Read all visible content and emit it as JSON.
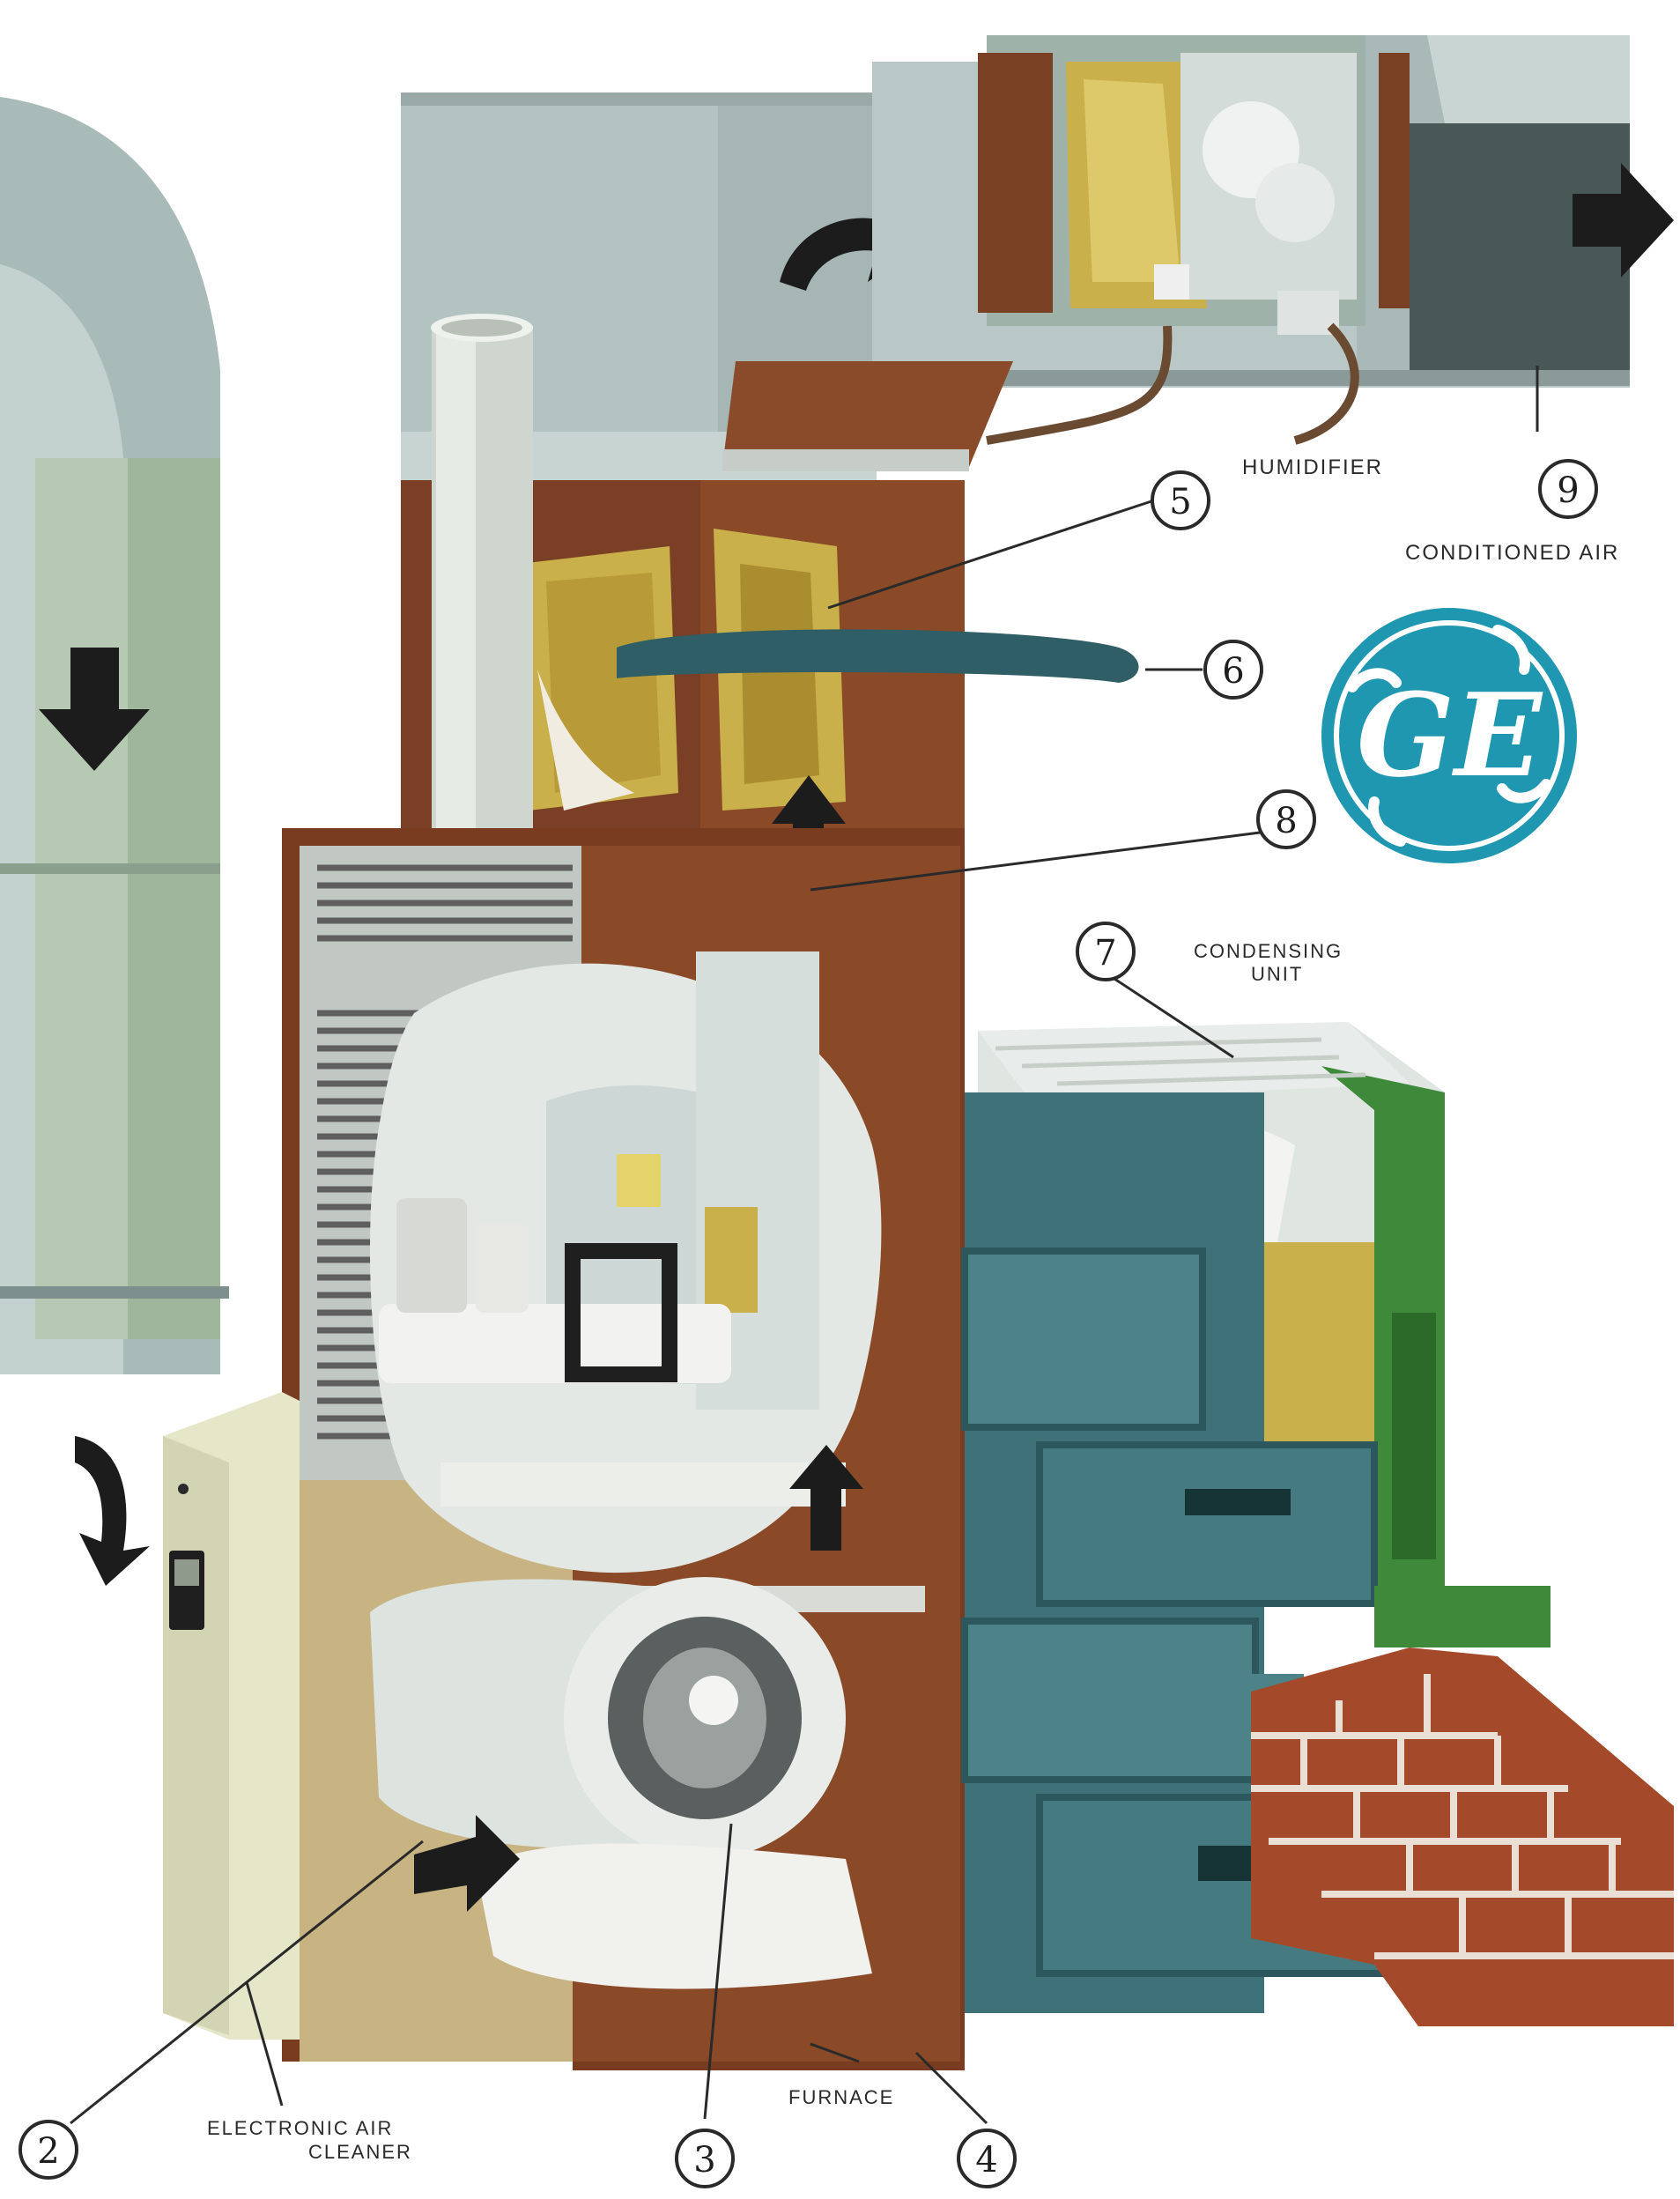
{
  "labels": {
    "humidifier": "HUMIDIFIER",
    "conditioned_air": "CONDITIONED AIR",
    "condensing_unit_line1": "CONDENSING",
    "condensing_unit_line2": "UNIT",
    "furnace": "FURNACE",
    "electronic_air_cleaner_line1": "ELECTRONIC AIR",
    "electronic_air_cleaner_line2": "CLEANER"
  },
  "callouts": {
    "c2": "2",
    "c3": "3",
    "c4": "4",
    "c5": "5",
    "c6": "6",
    "c7": "7",
    "c8": "8",
    "c9": "9"
  },
  "logo": {
    "text": "GE",
    "color": "#1f97b1"
  },
  "colors": {
    "duct_gray": "#b7c7c5",
    "duct_green": "#93b38a",
    "furnace_brown": "#7a3f24",
    "cabinet_tan": "#c8b483",
    "block_teal": "#3e7278",
    "brick_red": "#a44a2a",
    "coil_gold": "#c9b04a",
    "cond_green": "#3e8a3a"
  }
}
